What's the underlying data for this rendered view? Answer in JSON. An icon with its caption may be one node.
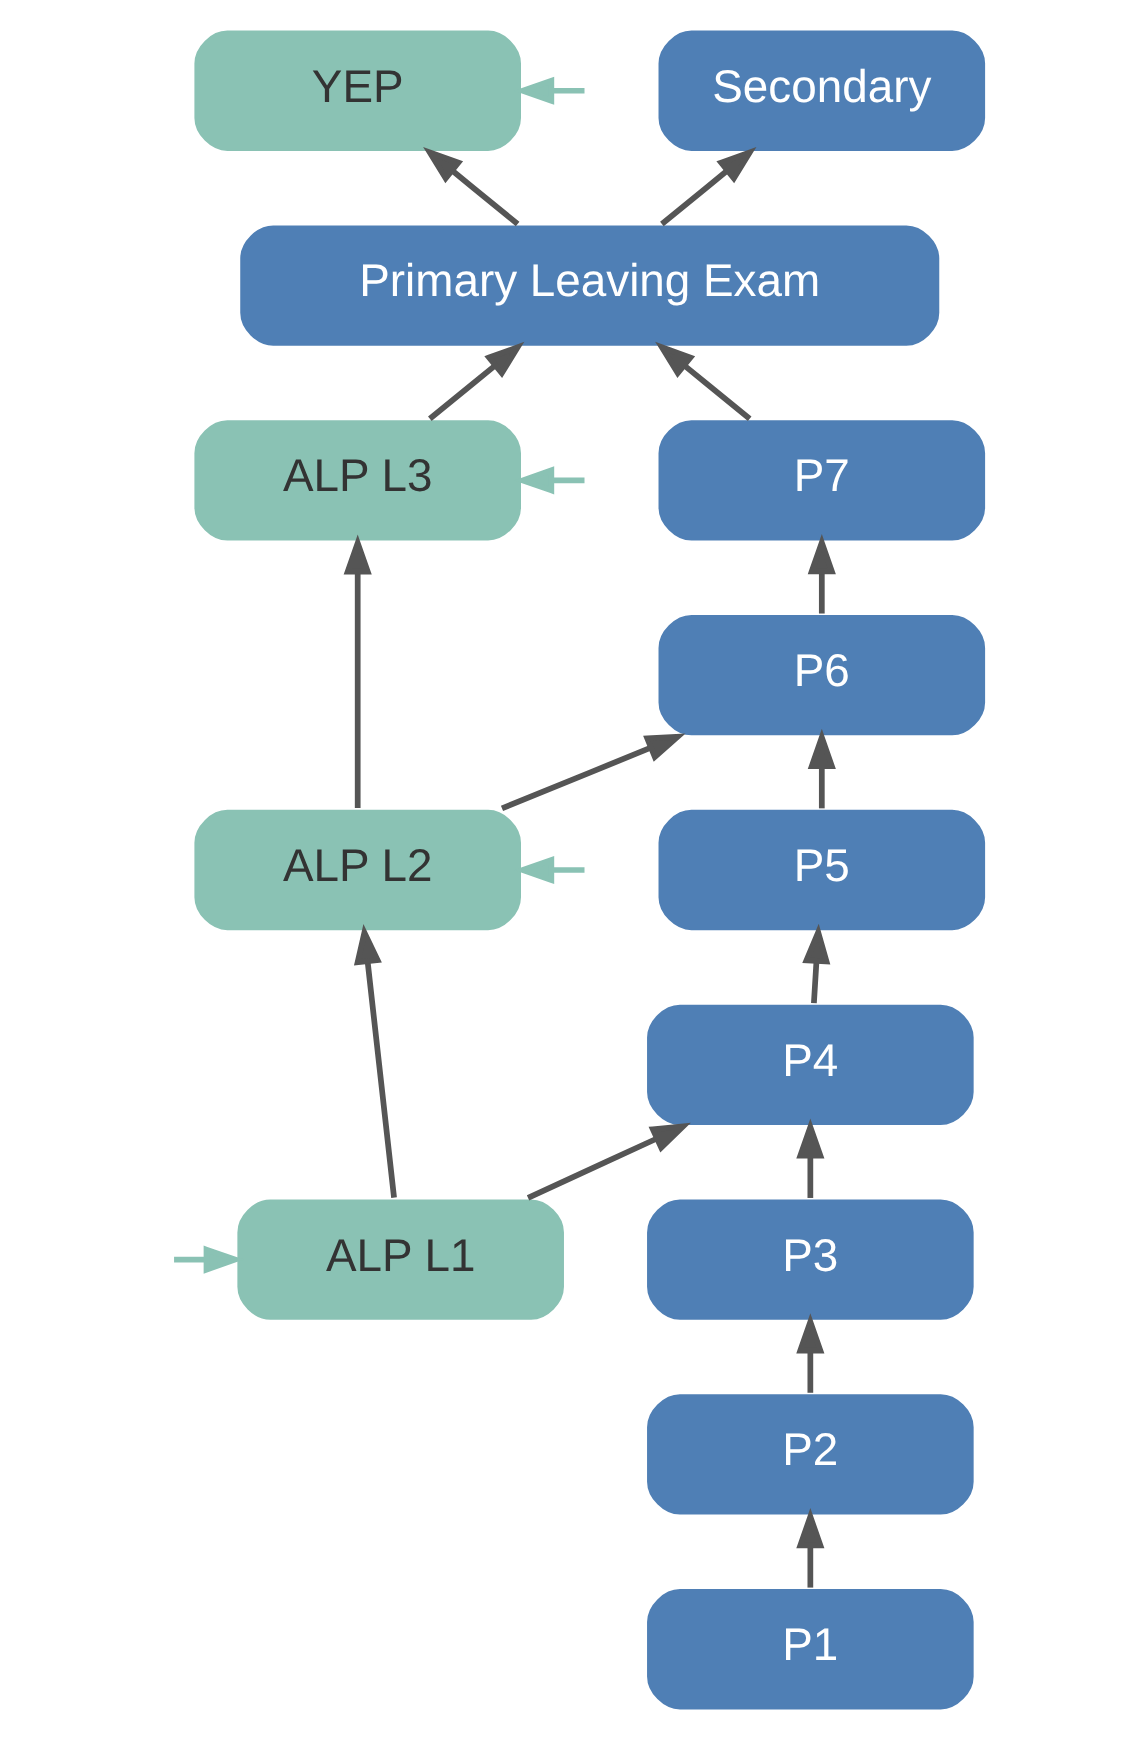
{
  "diagram": {
    "nodes": [
      {
        "text": [
          "YEP"
        ]
      },
      {
        "text": [
          "Secondary"
        ]
      },
      {
        "text": [
          "Primary Leaving Exam"
        ]
      },
      {
        "text": [
          "ALP L3"
        ]
      },
      {
        "text": [
          "P7"
        ]
      },
      {
        "text": [
          "ALP L2"
        ]
      },
      {
        "text": [
          "P6"
        ]
      },
      {
        "text": [
          "P5"
        ]
      },
      {
        "text": [
          "P4"
        ]
      },
      {
        "text": [
          "ALP L1"
        ]
      },
      {
        "text": [
          "P3"
        ]
      },
      {
        "text": [
          "P2"
        ]
      },
      {
        "text": [
          "P1"
        ]
      }
    ],
    "edges": [
      {
        "from": null,
        "to": 0,
        "arrow": "to",
        "color": "#8ac2b4"
      },
      {
        "from": null,
        "to": 3,
        "arrow": "to",
        "color": "#8ac2b4"
      },
      {
        "from": null,
        "to": 5,
        "arrow": "to",
        "color": "#8ac2b4"
      },
      {
        "from": null,
        "to": 9,
        "arrow": "to",
        "color": "#8ac2b4"
      },
      {
        "from": 2,
        "to": 0,
        "arrow": "to"
      },
      {
        "from": 2,
        "to": 1,
        "arrow": "to"
      },
      {
        "from": 3,
        "to": 2,
        "arrow": "to"
      },
      {
        "from": 4,
        "to": 2,
        "arrow": "to"
      },
      {
        "from": 5,
        "to": 3,
        "arrow": "to"
      },
      {
        "from": 9,
        "to": 5,
        "arrow": "to"
      },
      {
        "from": 5,
        "to": 6,
        "arrow": "to"
      },
      {
        "from": 9,
        "to": 8,
        "arrow": "to"
      },
      {
        "from": 12,
        "to": 11,
        "arrow": "to"
      },
      {
        "from": 11,
        "to": 10,
        "arrow": "to"
      },
      {
        "from": 10,
        "to": 8,
        "arrow": "to"
      },
      {
        "from": 8,
        "to": 7,
        "arrow": "to"
      },
      {
        "from": 7,
        "to": 6,
        "arrow": "to"
      },
      {
        "from": 6,
        "to": 4,
        "arrow": "to"
      }
    ]
  }
}
